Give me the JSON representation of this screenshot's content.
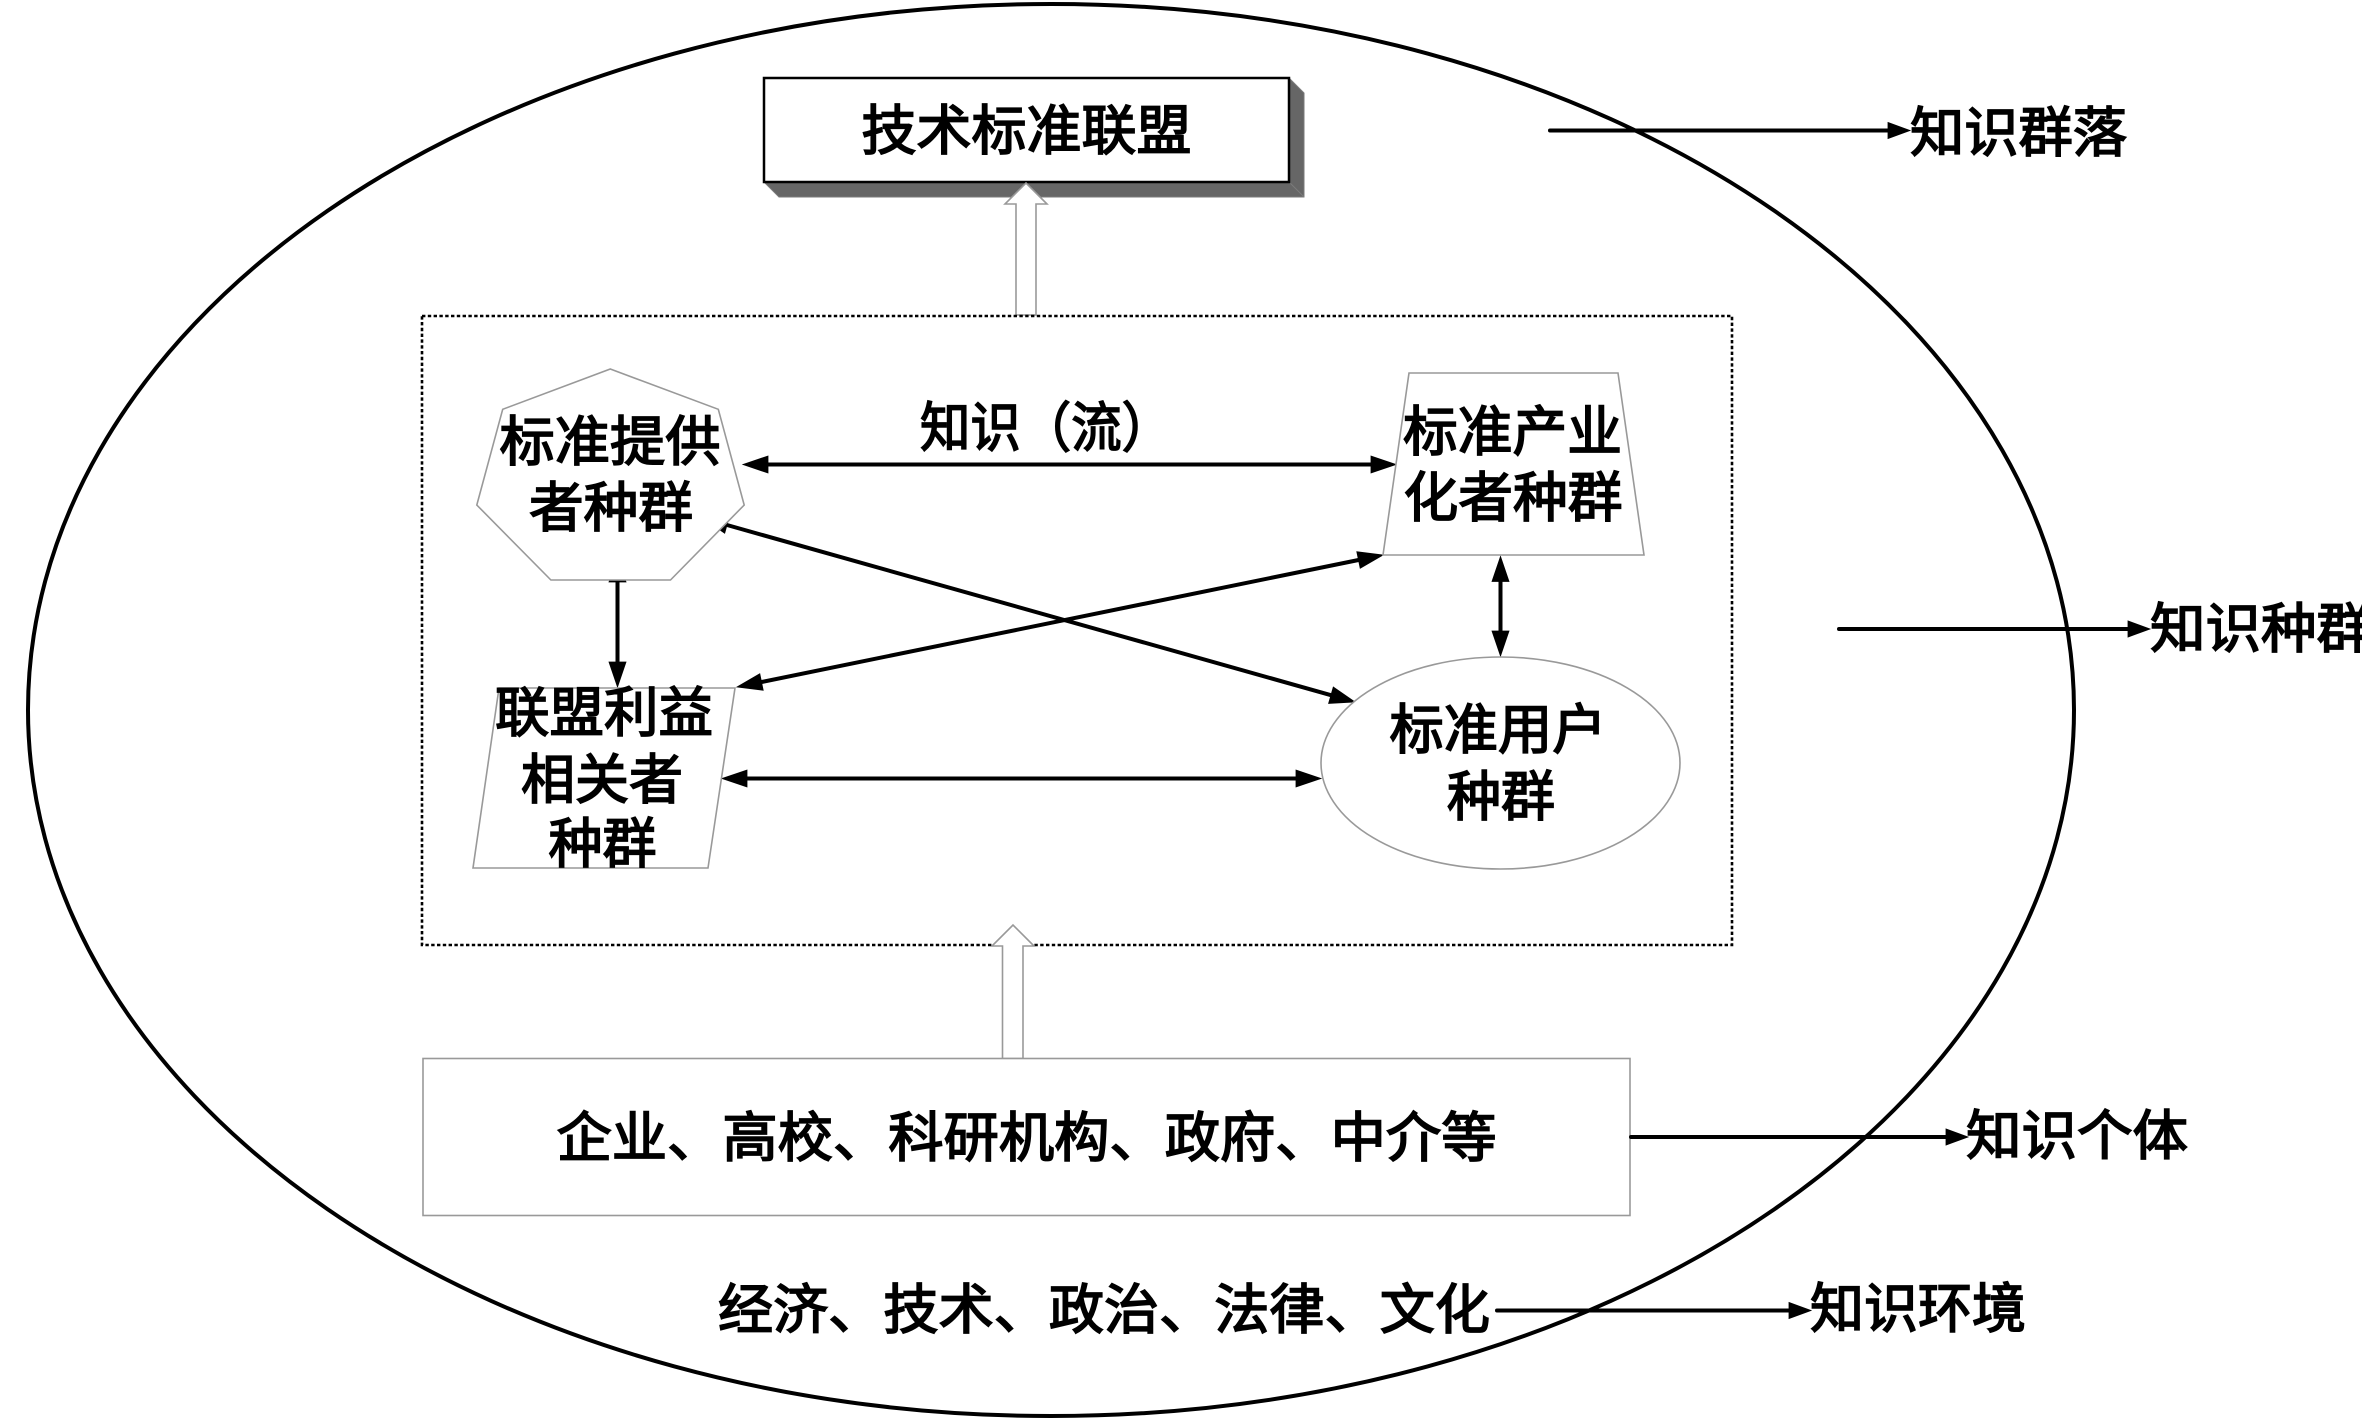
{
  "diagram": {
    "alliance": {
      "label": "技术标准联盟"
    },
    "flow_label": "知识（流）",
    "populations": {
      "provider": {
        "shape": "heptagon",
        "lines": [
          "标准提供",
          "者种群"
        ]
      },
      "industrializer": {
        "shape": "trapezoid",
        "lines": [
          "标准产业",
          "化者种群"
        ]
      },
      "stakeholder": {
        "shape": "parallelogram",
        "lines": [
          "联盟利益",
          "相关者",
          "种群"
        ]
      },
      "user": {
        "shape": "ellipse",
        "lines": [
          "标准用户",
          "种群"
        ]
      }
    },
    "individuals": {
      "label": "企业、高校、科研机构、政府、中介等"
    },
    "environment": {
      "label": "经济、技术、政治、法律、文化"
    }
  },
  "levels": [
    {
      "key": "community",
      "label": "知识群落",
      "source": "alliance"
    },
    {
      "key": "population",
      "label": "知识种群",
      "source": "populations"
    },
    {
      "key": "individual",
      "label": "知识个体",
      "source": "individuals"
    },
    {
      "key": "environment",
      "label": "知识环境",
      "source": "environment"
    }
  ],
  "relations": [
    {
      "from": "provider",
      "to": "industrializer",
      "arrow": "both",
      "label": "知识（流）"
    },
    {
      "from": "provider",
      "to": "stakeholder",
      "arrow": "forward"
    },
    {
      "from": "provider",
      "to": "user",
      "arrow": "both"
    },
    {
      "from": "stakeholder",
      "to": "industrializer",
      "arrow": "both"
    },
    {
      "from": "industrializer",
      "to": "user",
      "arrow": "both"
    },
    {
      "from": "stakeholder",
      "to": "user",
      "arrow": "both"
    },
    {
      "from": "populations",
      "to": "alliance",
      "arrow": "hollow"
    },
    {
      "from": "individuals",
      "to": "populations",
      "arrow": "hollow"
    }
  ],
  "colors": {
    "line": "#000000",
    "shape_outline": "#999999",
    "shadow": "#666666",
    "fill": "#ffffff",
    "text": "#000000"
  }
}
